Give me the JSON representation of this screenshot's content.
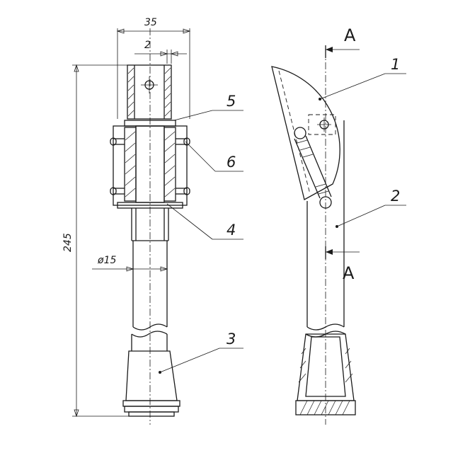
{
  "dimensions": {
    "width_35": "35",
    "slot_2": "2",
    "height_245": "245",
    "diameter_15": "ø15"
  },
  "parts": {
    "p1": "1",
    "p2": "2",
    "p3": "3",
    "p4": "4",
    "p5": "5",
    "p6": "6"
  },
  "section": {
    "top": "A",
    "bottom": "A"
  }
}
